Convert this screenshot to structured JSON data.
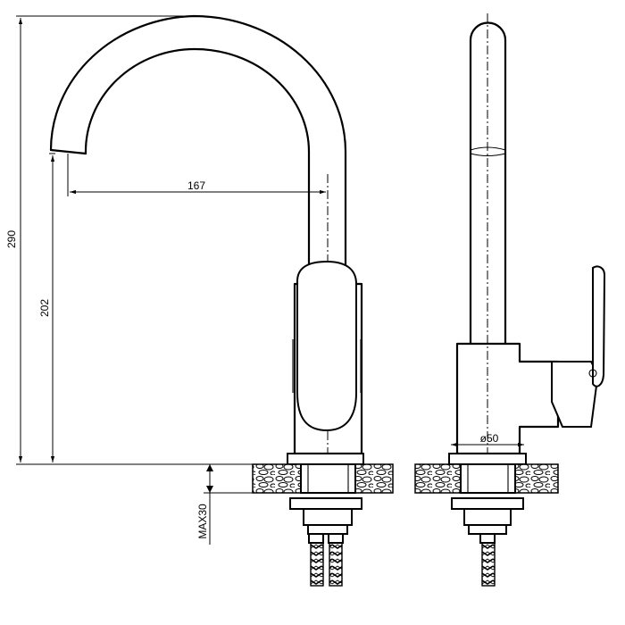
{
  "dimensions": {
    "total_height": "290",
    "spout_height": "202",
    "spout_reach": "167",
    "max_thickness": "MAX30",
    "base_diameter": "ø50"
  }
}
